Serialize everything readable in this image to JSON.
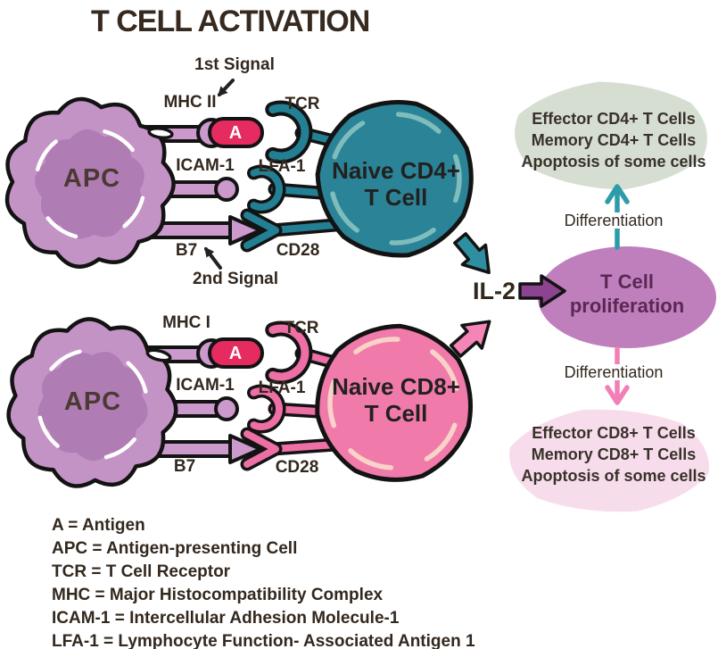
{
  "title": "T CELL ACTIVATION",
  "cd4_section": {
    "signal1": "1st Signal",
    "mhc": "MHC II",
    "tcr": "TCR",
    "antigen": "A",
    "apc": "APC",
    "icam": "ICAM-1",
    "lfa": "LFA-1",
    "cell_line1": "Naive CD4+",
    "cell_line2": "T Cell",
    "b7": "B7",
    "cd28": "CD28",
    "signal2": "2nd Signal"
  },
  "cd8_section": {
    "mhc": "MHC I",
    "tcr": "TCR",
    "antigen": "A",
    "apc": "APC",
    "icam": "ICAM-1",
    "lfa": "LFA-1",
    "cell_line1": "Naive CD8+",
    "cell_line2": "T Cell",
    "b7": "B7",
    "cd28": "CD28"
  },
  "pathway": {
    "il2": "IL-2",
    "proliferation_line1": "T Cell",
    "proliferation_line2": "proliferation",
    "differentiation_top": "Differentiation",
    "differentiation_bottom": "Differentiation",
    "cd4_outcomes": [
      "Effector CD4+ T Cells",
      "Memory CD4+ T Cells",
      "Apoptosis of some cells"
    ],
    "cd8_outcomes": [
      "Effector CD8+ T Cells",
      "Memory CD8+ T Cells",
      "Apoptosis of some cells"
    ]
  },
  "legend": [
    "A = Antigen",
    "APC = Antigen-presenting Cell",
    "TCR = T Cell Receptor",
    "MHC = Major Histocompatibility Complex",
    "ICAM-1 = Intercellular Adhesion Molecule-1",
    "LFA-1 = Lymphocyte Function- Associated Antigen 1"
  ],
  "colors": {
    "apc_fill": "#C493C6",
    "apc_inner": "#B07CB4",
    "cd4_cell": "#2A8396",
    "cd8_cell": "#F07BAB",
    "antigen_red": "#E52B5F",
    "receptor_plum": "#CB99CB",
    "il2_arrow_teal": "#2E8FA1",
    "il2_arrow_pink": "#F585B7",
    "proliferation_arrow": "#8C4390",
    "proliferation_ellipse": "#BF7FBD",
    "cd4_outcome_blob": "#D6DED1",
    "cd8_outcome_blob": "#F7DDEB",
    "outline": "#131313",
    "ink": "#33281E"
  }
}
